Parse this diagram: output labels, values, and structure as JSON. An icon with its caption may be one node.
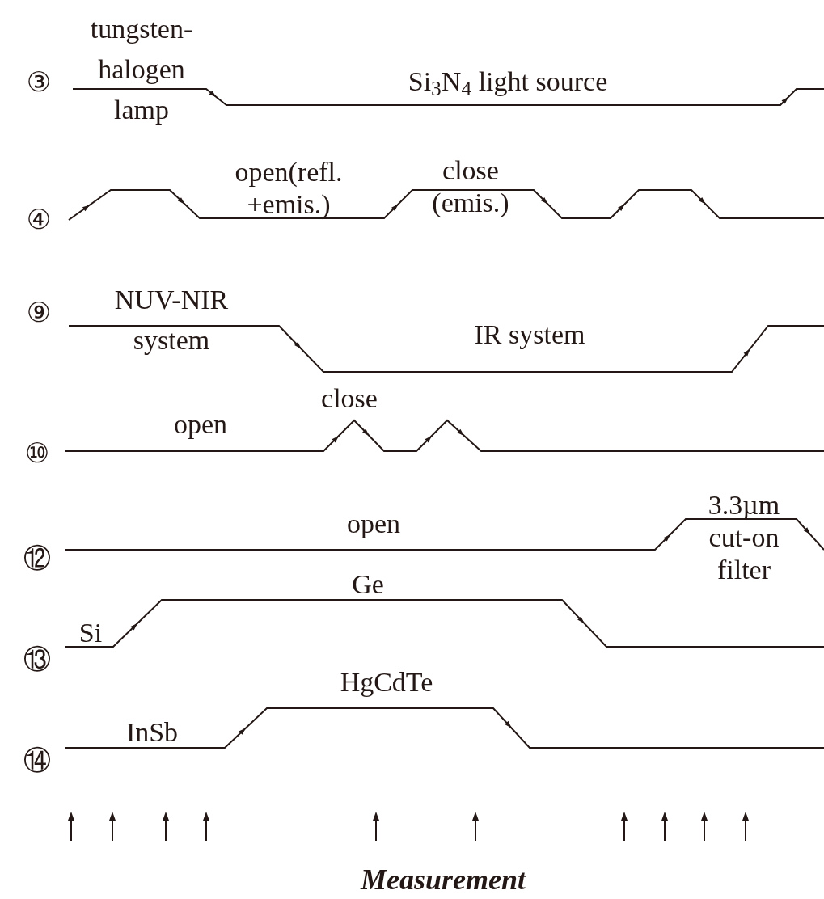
{
  "diagram": {
    "labels": [
      "tungsten- halogen lamp",
      "③",
      "Si$_{3}$N$_{4}$ light source",
      "open(refl. +emis.)",
      "close (emis.)",
      "④",
      "NUV-NIR system",
      "⑨",
      "IR system",
      "close",
      "open",
      "⑩",
      "3.3µm cut-on filter",
      "open",
      "⑫",
      "Ge",
      "Si",
      "⑬",
      "HgCdTe",
      "InSb",
      "⑭",
      "Measurement"
    ]
  }
}
